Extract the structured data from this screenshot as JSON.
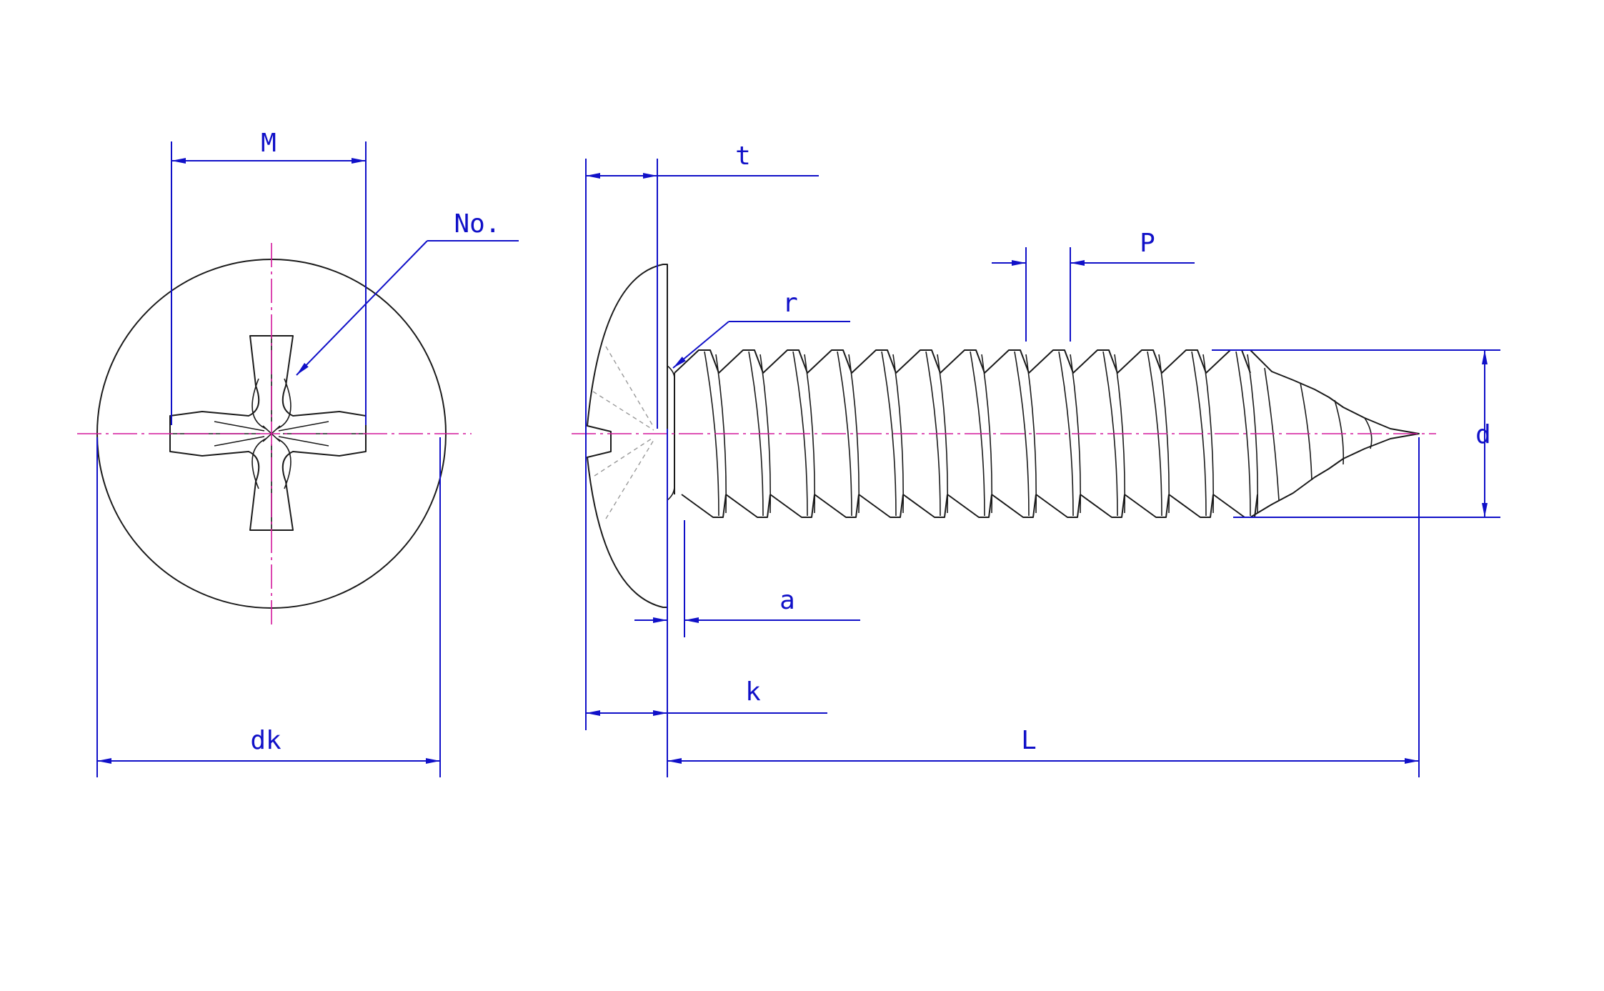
{
  "labels": {
    "M": "M",
    "No": "No.",
    "dk": "dk",
    "t": "t",
    "r": "r",
    "P": "P",
    "d": "d",
    "a": "a",
    "k": "k",
    "L": "L"
  },
  "colors": {
    "outline": "#1a1a1a",
    "dimension": "#1010c8",
    "centerline": "#d4189c",
    "hidden": "#9a9a9a",
    "background": "#ffffff"
  }
}
